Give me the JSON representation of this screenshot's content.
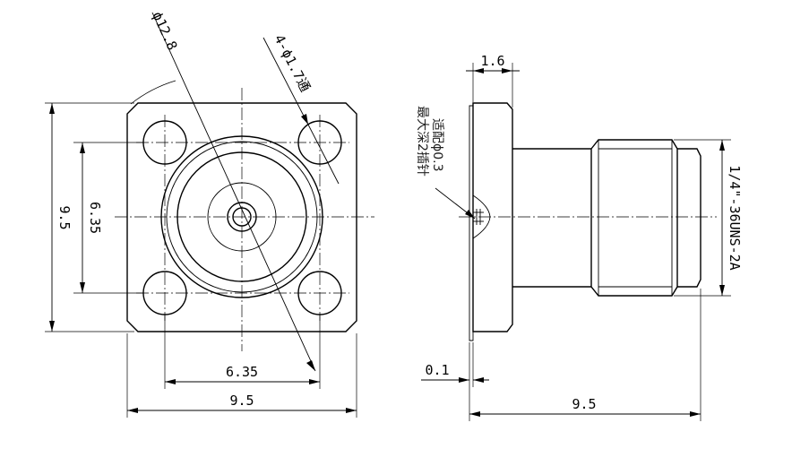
{
  "front_view": {
    "flange_diameter_label": "ϕ12.8",
    "hole_callout_label": "4-ϕ1.7通",
    "hole_spacing_vertical_label": "6.35",
    "flange_height_label": "9.5",
    "hole_spacing_horizontal_label": "6.35",
    "flange_width_label": "9.5"
  },
  "side_view": {
    "flange_thickness_label": "1.6",
    "pin_note_line1": "适配ϕ0.3",
    "pin_note_line2": "最大深2插针",
    "offset_label": "0.1",
    "length_label": "9.5",
    "thread_label": "1/4\"-36UNS-2A"
  }
}
